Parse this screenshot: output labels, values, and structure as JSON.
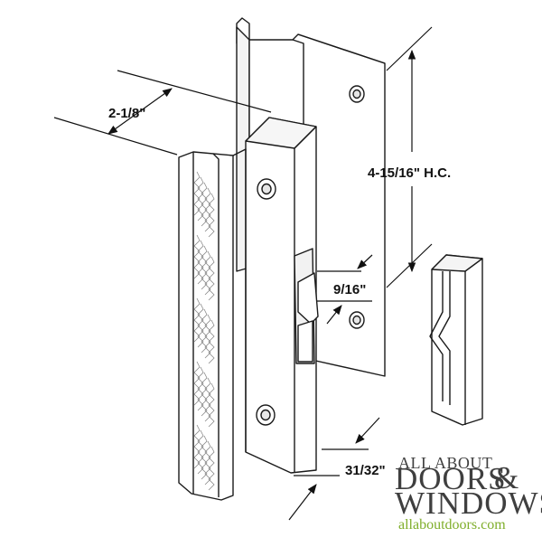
{
  "dimensions": {
    "handle_depth": "2-1/8\"",
    "hole_centers": "4-15/16\" H.C.",
    "latch_width": "9/16\"",
    "handle_width": "31/32\""
  },
  "logo": {
    "line1": "ALL ABOUT",
    "doors": "DOORS",
    "ampersand": "&",
    "windows": "WINDOWS",
    "url": "allaboutdoors.com"
  },
  "colors": {
    "line": "#1a1a1a",
    "logo_text": "#3f3f3f",
    "url_green": "#7fae2a"
  }
}
